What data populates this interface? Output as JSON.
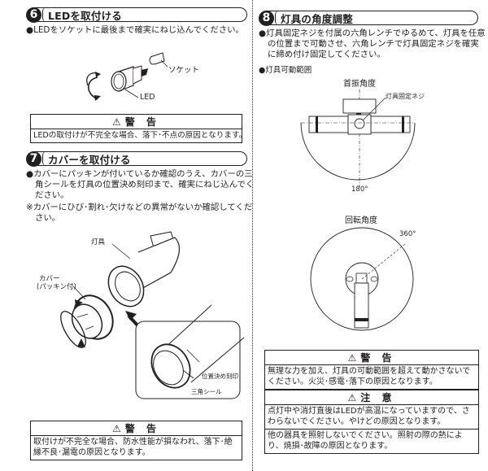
{
  "left": {
    "step6": {
      "number": "6",
      "title": "LEDを取付ける",
      "instruction": "●LEDをソケットに最後まで確実にねじ込んでください。",
      "labels": {
        "socket": "ソケット",
        "led": "LED"
      },
      "warning": {
        "icon": "warning-triangle-icon",
        "title": "警 告",
        "body": "LEDの取付けが不完全な場合、落下･不点の原因となります。"
      }
    },
    "step7": {
      "number": "7",
      "title": "カバーを取付ける",
      "instructions": [
        "●カバーにパッキンが付いているか確認のうえ、カバーの三角シールを灯具の位置決め刻印まで、確実にねじ込んでください。",
        "※カバーにひび･割れ･欠けなどの異常がないか確認してください。"
      ],
      "labels": {
        "fixture": "灯具",
        "cover_line1": "カバー",
        "cover_line2": "(パッキン付)",
        "position_mark": "位置決め刻印",
        "triangle_seal": "三角シール"
      },
      "warning": {
        "icon": "warning-triangle-icon",
        "title": "警 告",
        "body": "取付けが不完全な場合、防水性能が損なわれ、落下･絶縁不良･漏電の原因となります。"
      }
    }
  },
  "right": {
    "step8": {
      "number": "8",
      "title": "灯具の角度調整",
      "instruction": "●灯具固定ネジを付属の六角レンチでゆるめて、灯具を任意の位置まで可動させ、六角レンチで灯具固定ネジを確実に締め付け固定してください。",
      "range_heading": "●灯具可動範囲",
      "tilt": {
        "title": "首振角度",
        "screw_label": "灯具固定ネジ",
        "angle": "180°"
      },
      "rotation": {
        "title": "回転角度",
        "angle": "360°"
      },
      "warning": {
        "icon": "warning-triangle-icon",
        "title": "警 告",
        "body": "無理な力を加え、灯具の可動範囲を超えて動かさないでください。火災･感電･落下の原因となります。"
      },
      "caution": {
        "icon": "warning-triangle-icon",
        "title": "注 意",
        "items": [
          "点灯中や消灯直後はLEDが高温になっていますので、さわらないでください。やけどの原因となります。",
          "他の器具を照射しないでください。照射の際の熱により、焼損･故障の原因となります。"
        ]
      }
    }
  }
}
